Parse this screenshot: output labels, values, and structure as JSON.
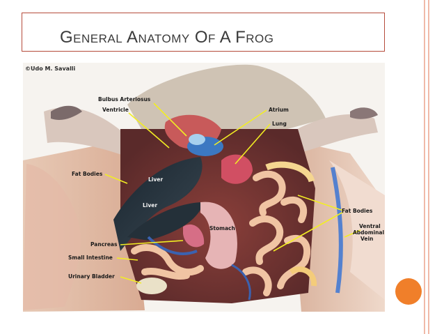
{
  "slide": {
    "title": "General Anatomy Of A Frog",
    "accent_color": "#b54a3a",
    "dot_color": "#f07f2a"
  },
  "figure": {
    "credit": "©Udo M. Savalli",
    "labels": {
      "bulbus_arteriosus": "Bulbus Arteriosus",
      "ventricle": "Ventricle",
      "atrium": "Atrium",
      "lung": "Lung",
      "fat_bodies_left": "Fat Bodies",
      "liver_upper": "Liver",
      "liver_lower": "Liver",
      "stomach": "Stomach",
      "fat_bodies_right": "Fat Bodies",
      "ventral_abdominal_vein_1": "Ventral",
      "ventral_abdominal_vein_2": "Abdominal",
      "ventral_abdominal_vein_3": "Vein",
      "pancreas": "Pancreas",
      "small_intestine": "Small Intestine",
      "urinary_bladder": "Urinary Bladder"
    }
  }
}
